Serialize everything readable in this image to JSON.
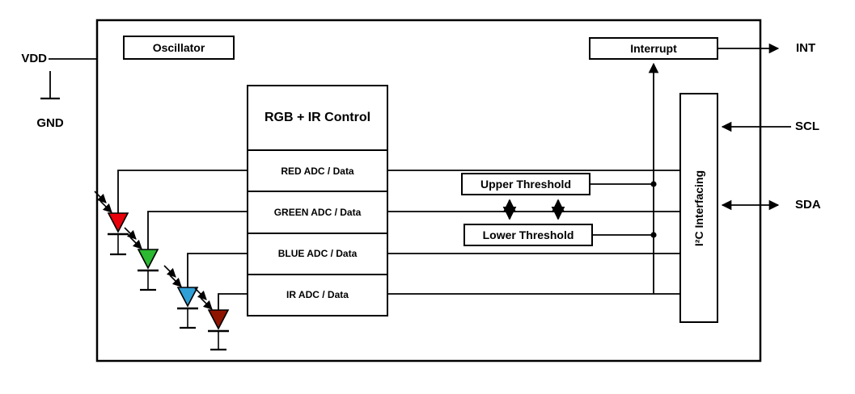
{
  "pins": {
    "vdd": "VDD",
    "gnd": "GND",
    "int": "INT",
    "scl": "SCL",
    "sda": "SDA"
  },
  "blocks": {
    "oscillator": "Oscillator",
    "control_title": "RGB + IR Control",
    "adc_rows": [
      "RED ADC / Data",
      "GREEN ADC / Data",
      "BLUE ADC / Data",
      "IR ADC / Data"
    ],
    "interrupt": "Interrupt",
    "upper_threshold": "Upper Threshold",
    "lower_threshold": "Lower Threshold",
    "i2c": "I²C Interfacing"
  },
  "photodiodes": [
    {
      "name": "red-photodiode",
      "color": "#e8000b"
    },
    {
      "name": "green-photodiode",
      "color": "#2cb830"
    },
    {
      "name": "blue-photodiode",
      "color": "#2f9fd6"
    },
    {
      "name": "ir-photodiode",
      "color": "#8f1400"
    }
  ],
  "colors": {
    "line": "#000000",
    "background": "#ffffff"
  }
}
